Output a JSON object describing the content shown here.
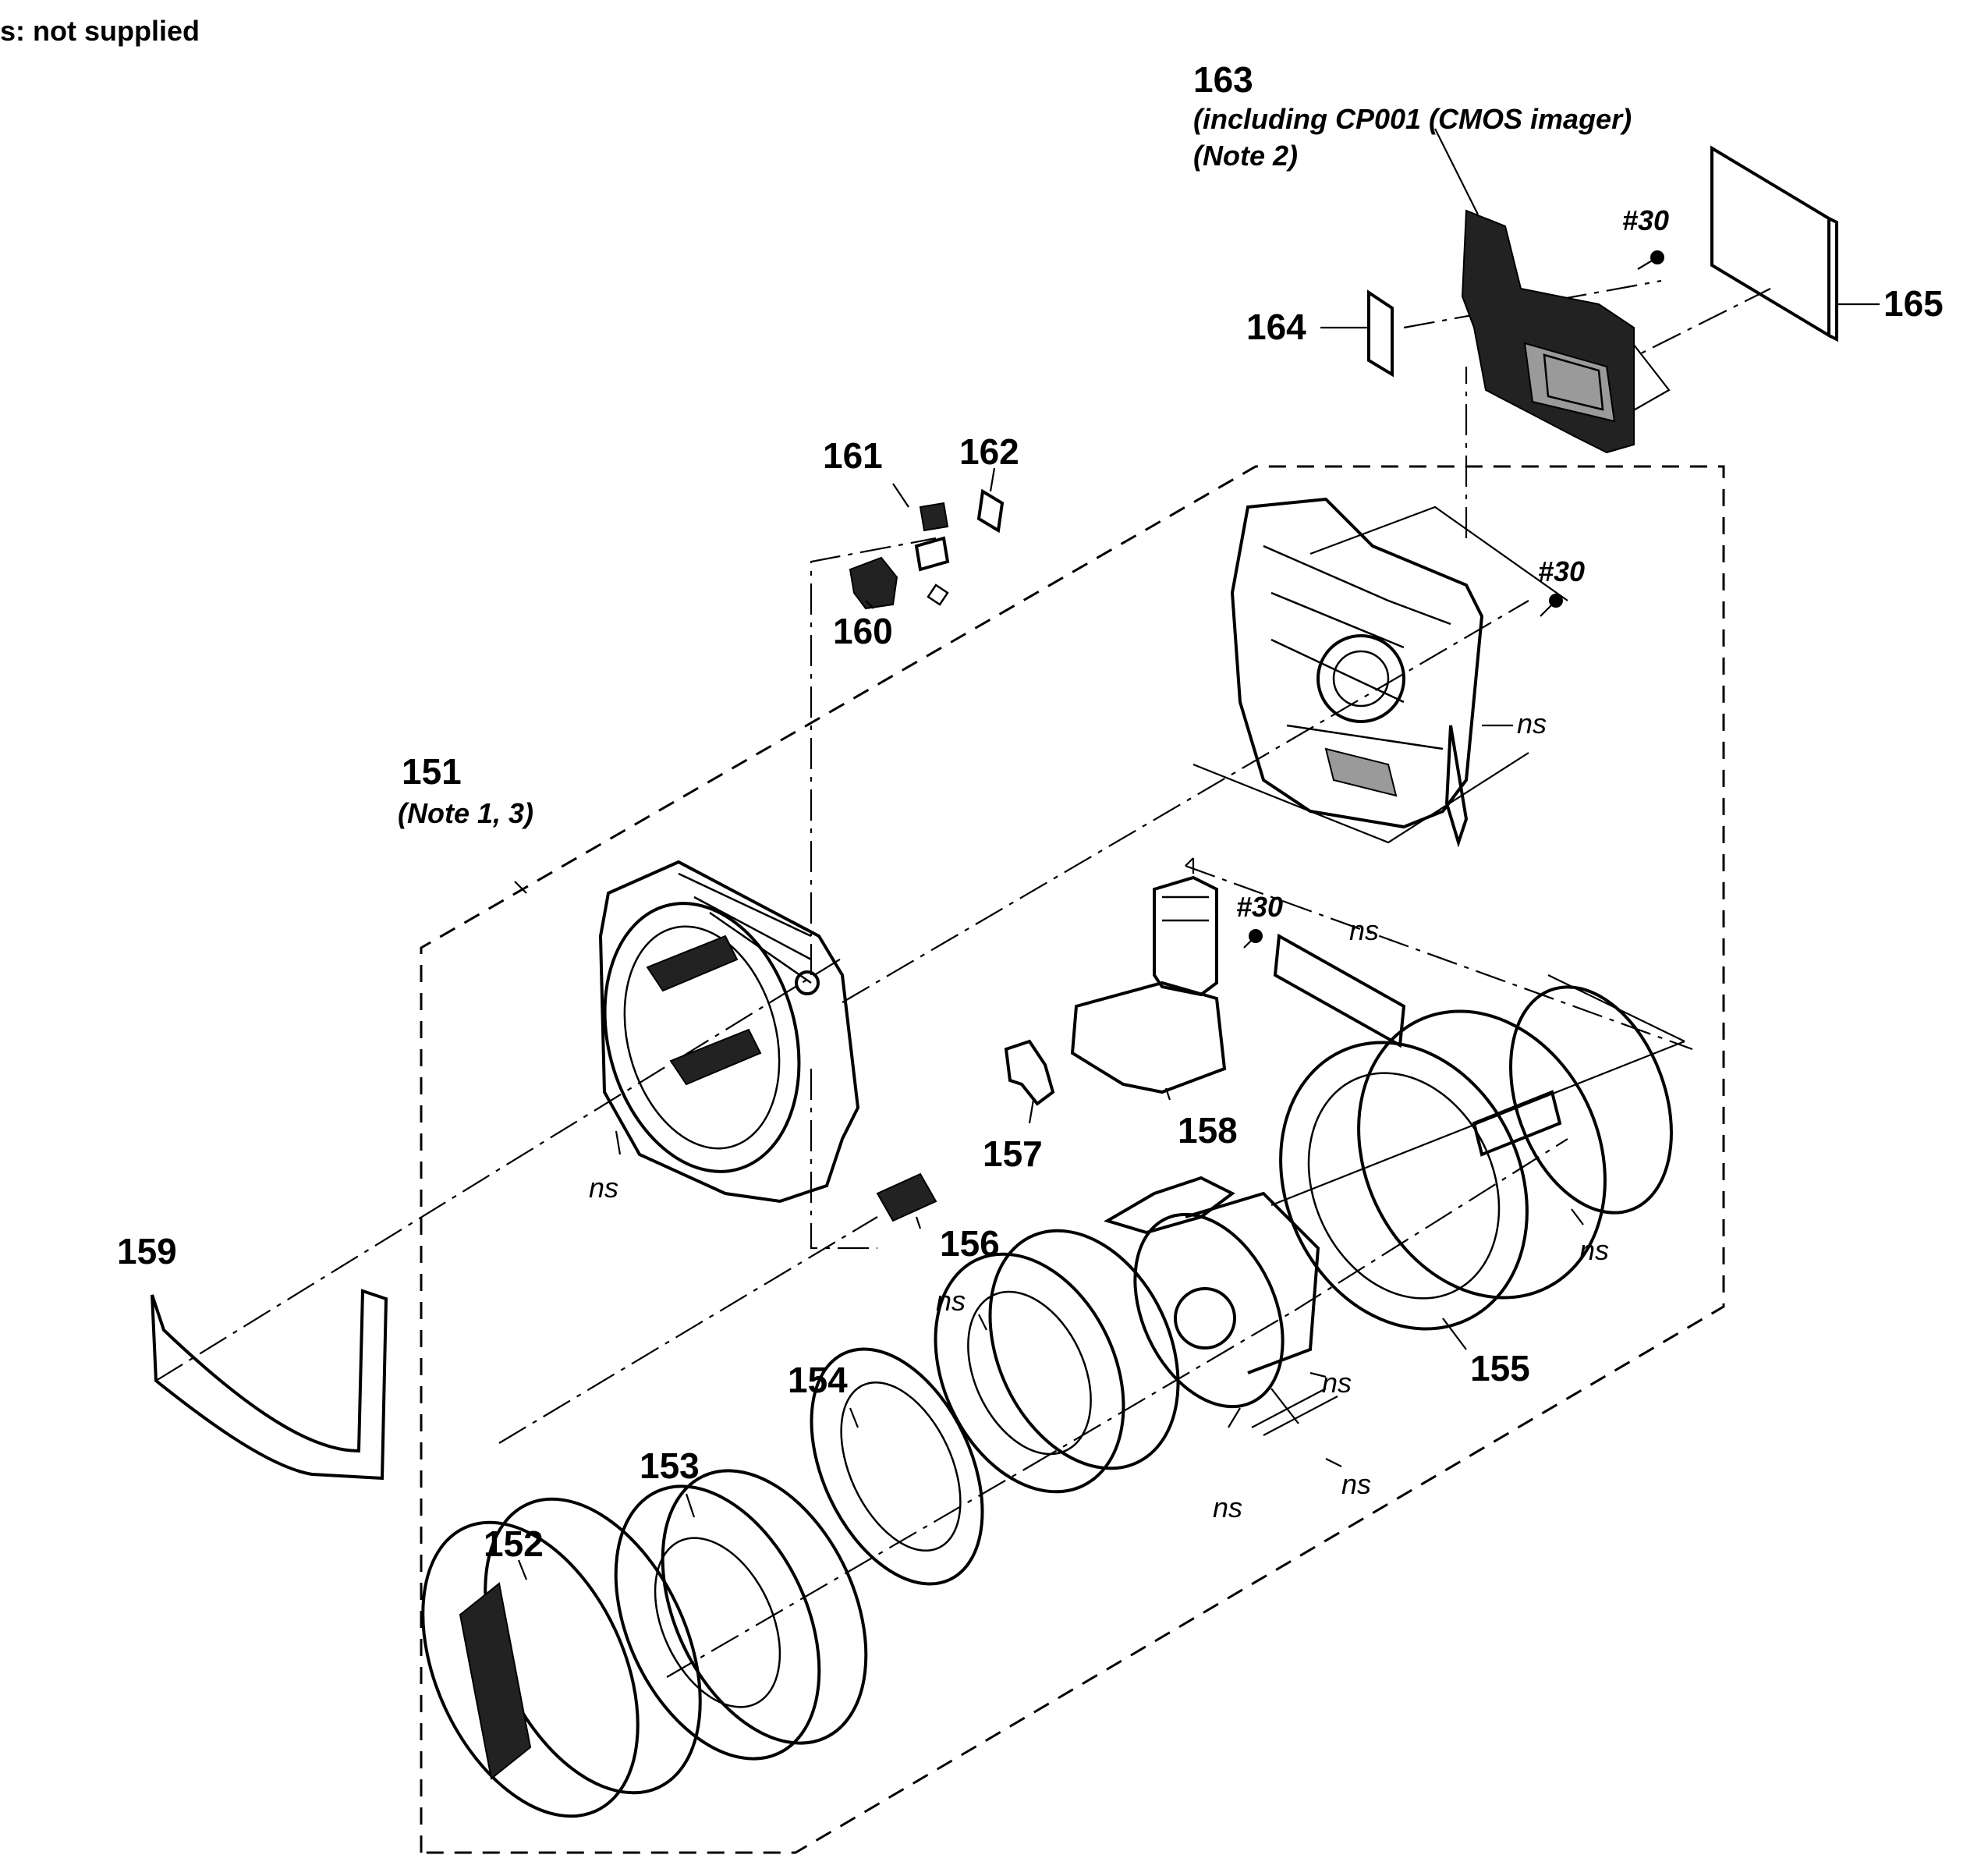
{
  "header_text": "s: not supplied",
  "labels": {
    "p151": "151",
    "p151_note": "(Note 1, 3)",
    "p152": "152",
    "p153": "153",
    "p154": "154",
    "p155": "155",
    "p156": "156",
    "p157": "157",
    "p158": "158",
    "p159": "159",
    "p160": "160",
    "p161": "161",
    "p162": "162",
    "p163": "163",
    "p163_note1": "(including CP001 (CMOS imager)",
    "p163_note2": "(Note 2)",
    "p164": "164",
    "p165": "165",
    "screw": "#30",
    "ns": "ns"
  }
}
